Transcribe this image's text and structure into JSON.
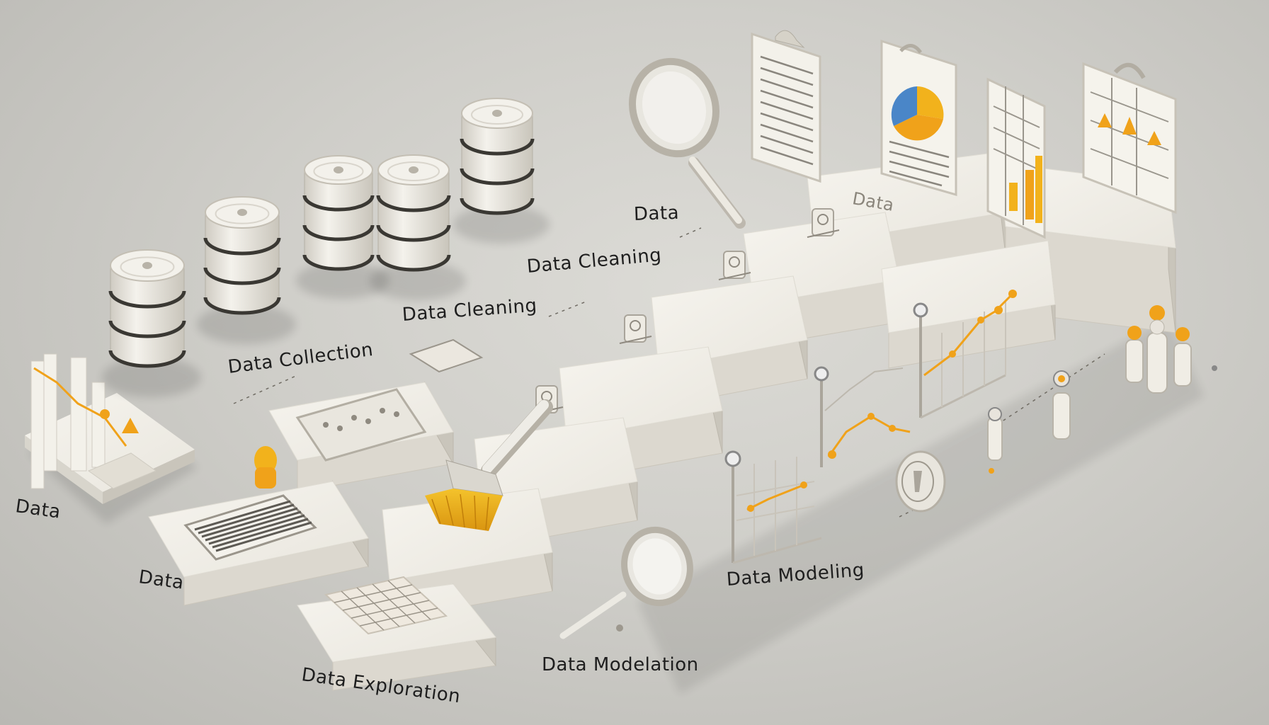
{
  "labels": {
    "data_left": "Data",
    "data_bottom_left": "Data",
    "data_collection": "Data Collection",
    "data_cleaning_mid": "Data Cleaning",
    "data_cleaning_top": "Data Cleaning",
    "data_top": "Data",
    "data_exploration": "Data Exploration",
    "data_modelation": "Data Modelation",
    "data_modeling": "Data Modeling",
    "data_step_sign": "Data"
  },
  "colors": {
    "background": "#cfcec9",
    "platform": "#efede6",
    "accent_orange": "#f0a21a",
    "accent_yellow": "#f2b21c",
    "chart_blue": "#4a86c8",
    "text": "#1e1e1e"
  },
  "icons": [
    "database-stack-icon",
    "magnifying-glass-icon",
    "clipboard-report-icon",
    "pie-chart-report-icon",
    "bar-chart-report-icon",
    "line-chart-icon",
    "cleaning-brush-icon",
    "figurines-icon",
    "dashboard-panel-icon"
  ]
}
